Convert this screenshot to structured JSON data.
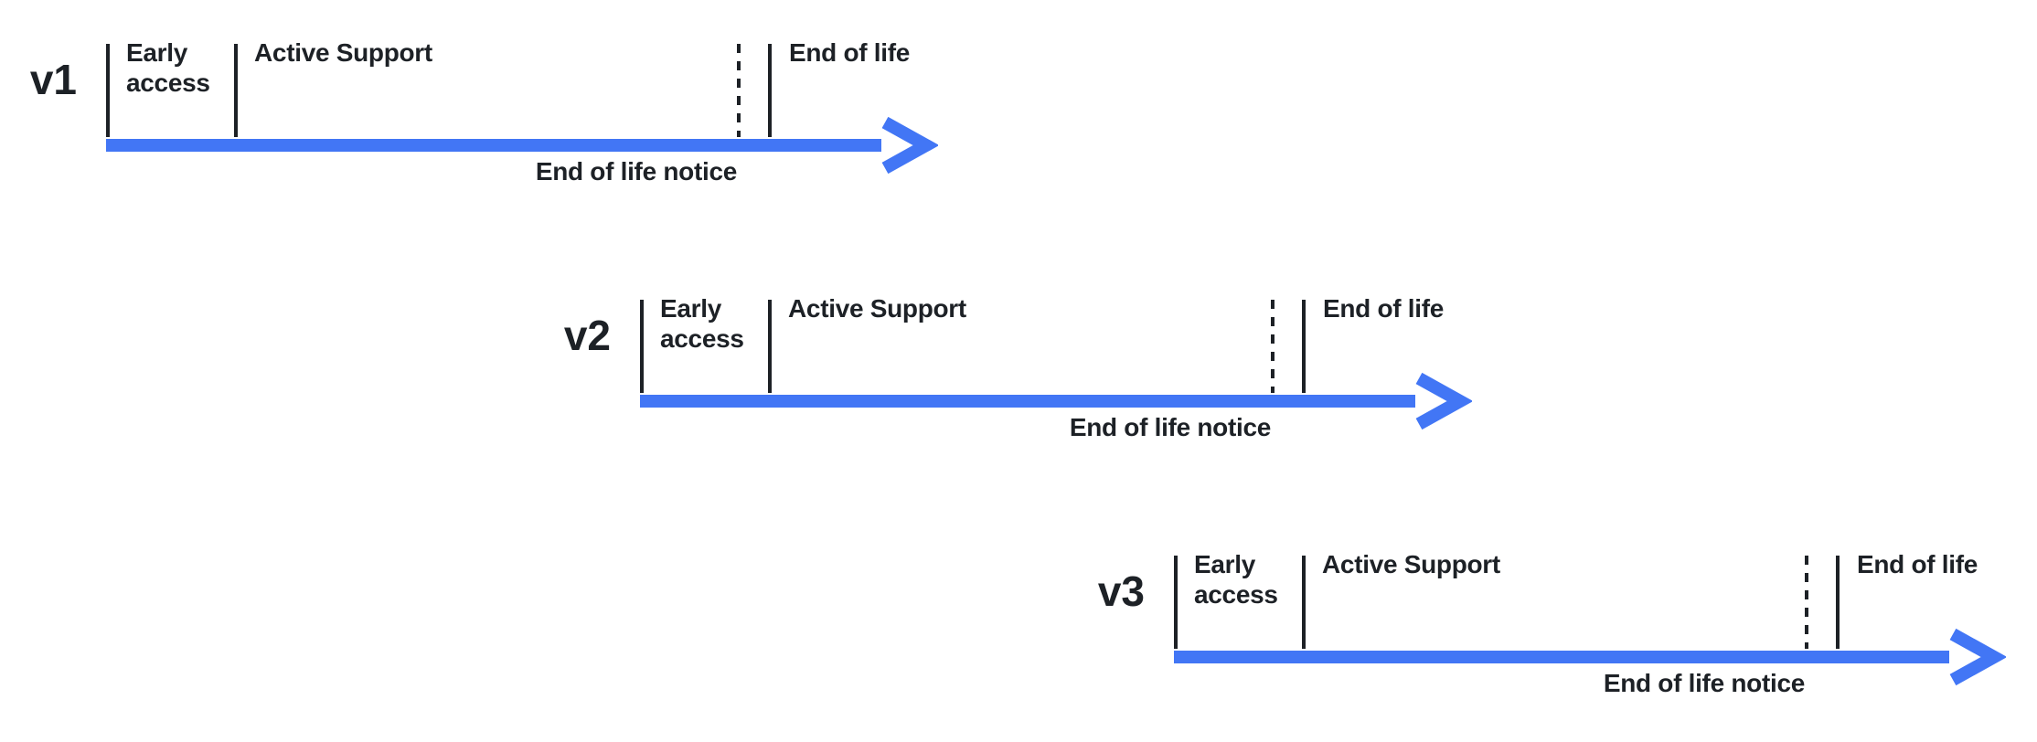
{
  "diagram": {
    "description_labels_per_row": [
      "version",
      "early_label",
      "active_label",
      "eol_label",
      "notice_label"
    ]
  },
  "colors": {
    "arrow": "#4276f5",
    "ink": "#1d2126",
    "background": "#ffffff"
  },
  "rows": [
    {
      "version": "v1",
      "early_label": "Early access",
      "active_label": "Active Support",
      "eol_label": "End of life",
      "notice_label": "End of life notice"
    },
    {
      "version": "v2",
      "early_label": "Early access",
      "active_label": "Active Support",
      "eol_label": "End of life",
      "notice_label": "End of life notice"
    },
    {
      "version": "v3",
      "early_label": "Early access",
      "active_label": "Active Support",
      "eol_label": "End of life",
      "notice_label": "End of life notice"
    }
  ]
}
